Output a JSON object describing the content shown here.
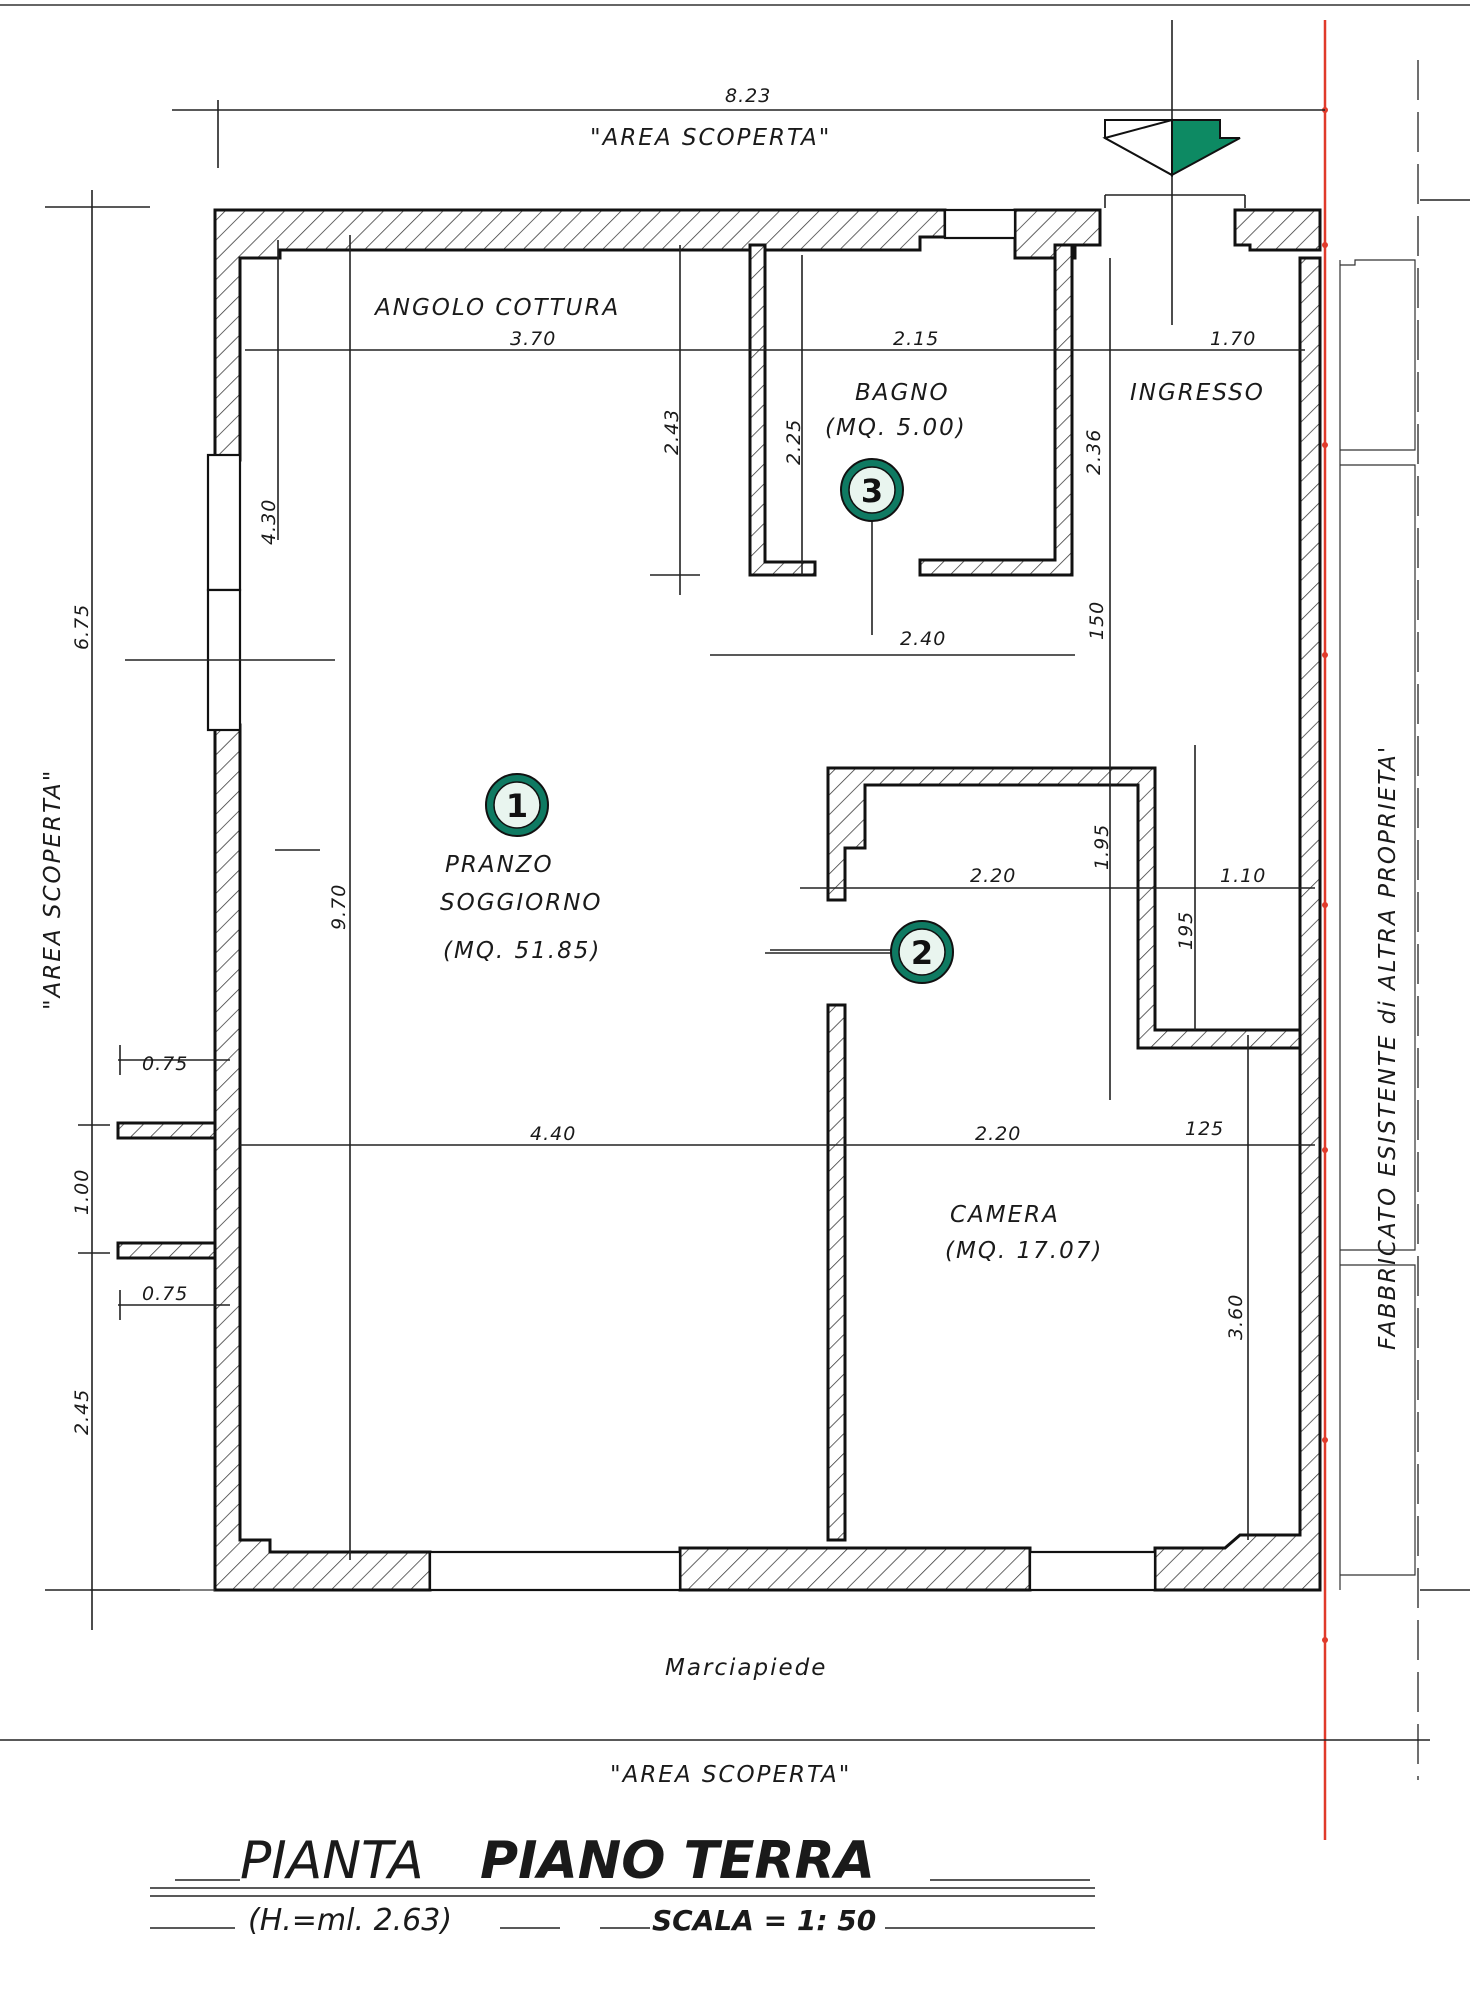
{
  "labels": {
    "area_top": "\"AREA   SCOPERTA\"",
    "area_left": "\"AREA   SCOPERTA\"",
    "area_bottom": "\"AREA   SCOPERTA\"",
    "angolo_cottura": "ANGOLO  COTTURA",
    "bagno": "BAGNO",
    "bagno_area": "(MQ. 5.00)",
    "ingresso": "INGRESSO",
    "pranzo": "PRANZO",
    "soggiorno": "SOGGIORNO",
    "pranzo_area": "(MQ. 51.85)",
    "camera": "CAMERA",
    "camera_area": "(MQ. 17.07)",
    "marciapiede": "Marciapiede",
    "fabbricato": "FABBRICATO   ESISTENTE   di   ALTRA   PROPRIETA'"
  },
  "dimensions": {
    "overall_width": "8.23",
    "d_370": "3.70",
    "d_215": "2.15",
    "d_170": "1.70",
    "d_243": "2.43",
    "d_225": "2.25",
    "d_236": "2.36",
    "d_430": "4.30",
    "d_240": "2.40",
    "d_150": "150",
    "d_675": "6.75",
    "d_970": "9.70",
    "d_220a": "2.20",
    "d_110": "1.10",
    "d_195": "1.95",
    "d_195b": "195",
    "d_075a": "0.75",
    "d_100": "1.00",
    "d_075b": "0.75",
    "d_245": "2.45",
    "d_440": "4.40",
    "d_220b": "2.20",
    "d_125": "125",
    "d_360": "3.60"
  },
  "markers": [
    "1",
    "2",
    "3"
  ],
  "title": {
    "main_a": "PIANTA",
    "main_b": "PIANO  TERRA",
    "height": "(H.=ml. 2.63)",
    "scale": "SCALA = 1: 50"
  },
  "colors": {
    "marker_green": "#0f7a62",
    "arrow_green": "#0d8a63",
    "property_line_red": "#e03a2a"
  }
}
